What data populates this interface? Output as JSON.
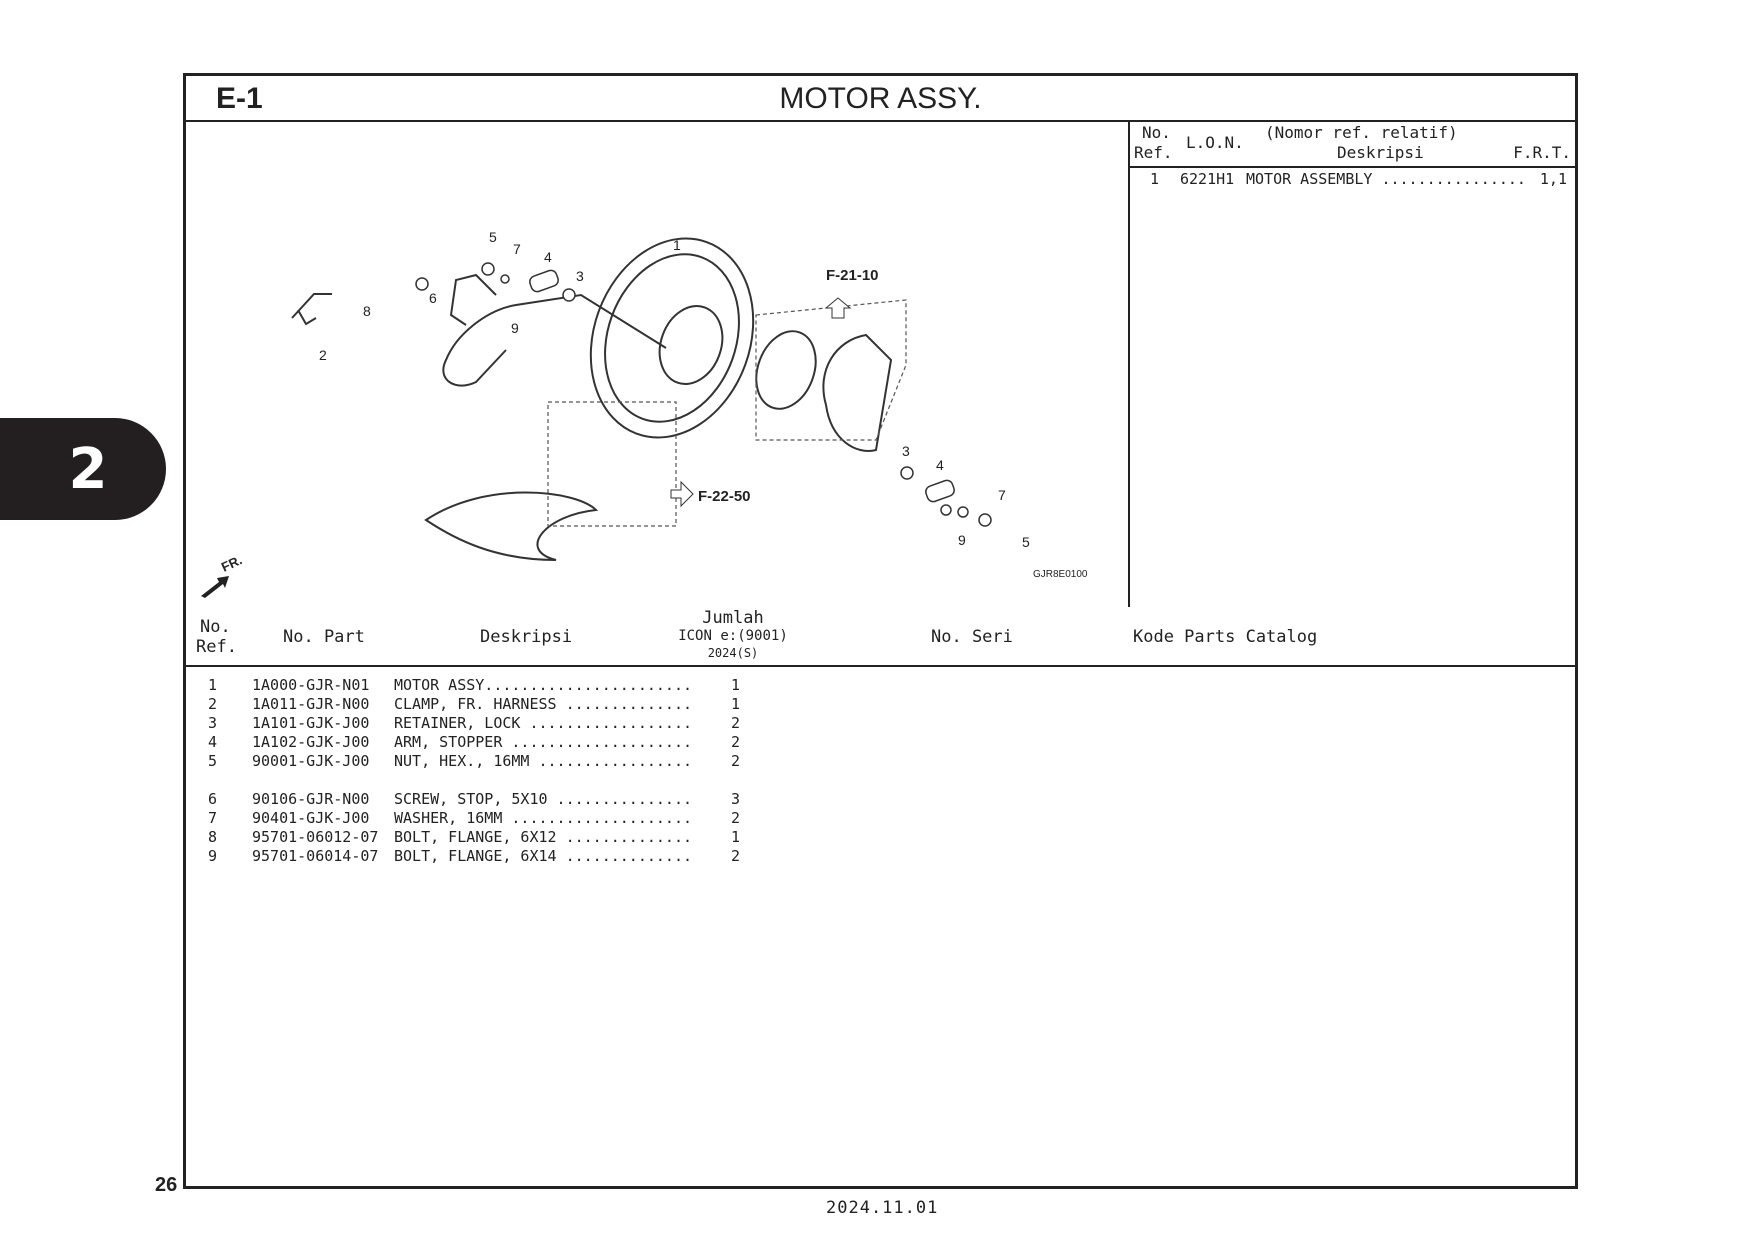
{
  "section_tab": "2",
  "header": {
    "code": "E-1",
    "title": "MOTOR ASSY."
  },
  "diagram": {
    "callouts": [
      "1",
      "2",
      "3",
      "4",
      "5",
      "6",
      "7",
      "8",
      "9",
      "3",
      "4",
      "5",
      "7",
      "9"
    ],
    "refs": [
      "F-21-10",
      "F-22-50"
    ],
    "direction": "FR.",
    "figure_code": "GJR8E0100"
  },
  "lon_table": {
    "headers": {
      "no": "No.",
      "ref": "Ref.",
      "lon": "L.O.N.",
      "rel": "(Nomor ref. relatif)",
      "desc": "Deskripsi",
      "frt": "F.R.T."
    },
    "rows": [
      {
        "ref": "1",
        "lon": "6221H1",
        "desc": "MOTOR ASSEMBLY ................",
        "frt": "1,1"
      }
    ]
  },
  "parts_table": {
    "headers": {
      "no": "No.",
      "ref": "Ref.",
      "part": "No. Part",
      "desc": "Deskripsi",
      "qty": "Jumlah",
      "model": "ICON e:(9001)",
      "year": "2024(S)",
      "serial": "No. Seri",
      "catalog": "Kode Parts Catalog"
    },
    "rows": [
      {
        "ref": "1",
        "part": "1A000-GJR-N01",
        "desc": "MOTOR ASSY.......................",
        "qty": "1"
      },
      {
        "ref": "2",
        "part": "1A011-GJR-N00",
        "desc": "CLAMP, FR. HARNESS ..............",
        "qty": "1"
      },
      {
        "ref": "3",
        "part": "1A101-GJK-J00",
        "desc": "RETAINER, LOCK ..................",
        "qty": "2"
      },
      {
        "ref": "4",
        "part": "1A102-GJK-J00",
        "desc": "ARM, STOPPER ....................",
        "qty": "2"
      },
      {
        "ref": "5",
        "part": "90001-GJK-J00",
        "desc": "NUT, HEX., 16MM .................",
        "qty": "2"
      },
      {
        "ref": "6",
        "part": "90106-GJR-N00",
        "desc": "SCREW, STOP, 5X10 ...............",
        "qty": "3"
      },
      {
        "ref": "7",
        "part": "90401-GJK-J00",
        "desc": "WASHER, 16MM ....................",
        "qty": "2"
      },
      {
        "ref": "8",
        "part": "95701-06012-07",
        "desc": "BOLT, FLANGE, 6X12 ..............",
        "qty": "1"
      },
      {
        "ref": "9",
        "part": "95701-06014-07",
        "desc": "BOLT, FLANGE, 6X14 ..............",
        "qty": "2"
      }
    ]
  },
  "footer": {
    "page": "26",
    "date": "2024.11.01"
  }
}
